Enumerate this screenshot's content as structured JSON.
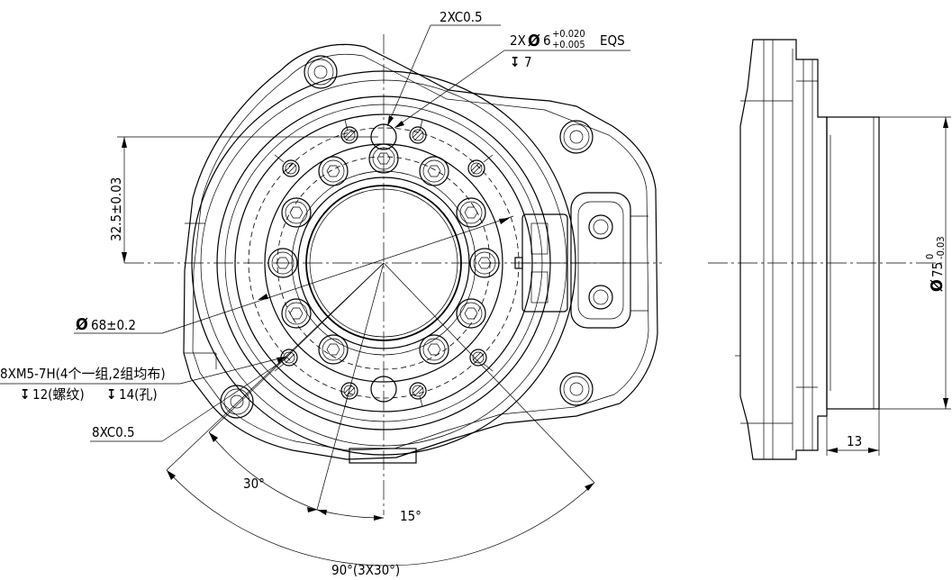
{
  "drawing": {
    "callout_chamfer_top": "2XC0.5",
    "callout_pin_prefix": "2X",
    "callout_pin_diameter_symbol": "Ø",
    "callout_pin_diameter": "6",
    "callout_pin_tol_upper": "+0.020",
    "callout_pin_tol_lower": "+0.005",
    "callout_pin_suffix": "EQS",
    "callout_pin_depth_symbol": "↧",
    "callout_pin_depth": "7",
    "dim_vertical_offset": "32.5±0.03",
    "dim_pcd_symbol": "Ø",
    "dim_pcd": "68±0.2",
    "callout_thread_line1": "8XM5-7H(4个一组,2组均布)",
    "callout_thread_line2_sym1": "↧",
    "callout_thread_line2_a": "12(螺纹)",
    "callout_thread_line2_sym2": "↧",
    "callout_thread_line2_b": "14(孔)",
    "callout_chamfer_bottom": "8XC0.5",
    "angle_30": "30°",
    "angle_15": "15°",
    "angle_90": "90°(3X30°)",
    "dim_flange_diameter_symbol": "Ø",
    "dim_flange_diameter": "75",
    "dim_flange_tol_upper": "0",
    "dim_flange_tol_lower": "-0.03",
    "dim_flange_length": "13"
  }
}
